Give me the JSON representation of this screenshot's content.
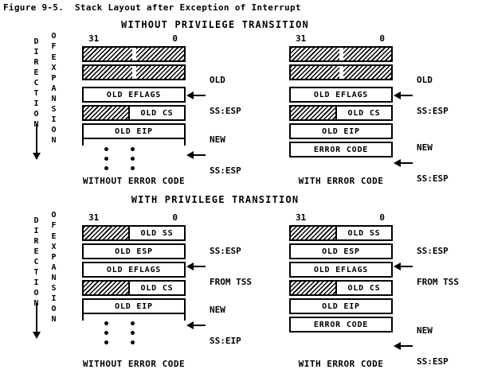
{
  "title": "Figure 9-5.  Stack Layout after Exception of Interrupt",
  "headings": {
    "without": "WITHOUT PRIVILEGE TRANSITION",
    "with": "WITH PRIVILEGE TRANSITION"
  },
  "direction": {
    "word1": "DIRECTION",
    "word2": "OF",
    "word3": "EXPANSION"
  },
  "bits": {
    "high": "31",
    "low": "0"
  },
  "rows": {
    "old_eflags": "OLD EFLAGS",
    "old_cs": "OLD CS",
    "old_eip": "OLD EIP",
    "old_ss": "OLD SS",
    "old_esp": "OLD ESP",
    "error_code": "ERROR CODE"
  },
  "pointers": {
    "old_line1": "OLD",
    "old_line2": "SS:ESP",
    "new_line1": "NEW",
    "new_line2": "SS:ESP",
    "new_eip_line2": "SS:EIP",
    "tss_line1": "SS:ESP",
    "tss_line2": "FROM TSS"
  },
  "captions": {
    "without_error": "WITHOUT ERROR CODE",
    "with_error": "WITH ERROR CODE"
  },
  "colors": {
    "ink": "#000000",
    "paper": "#ffffff"
  }
}
